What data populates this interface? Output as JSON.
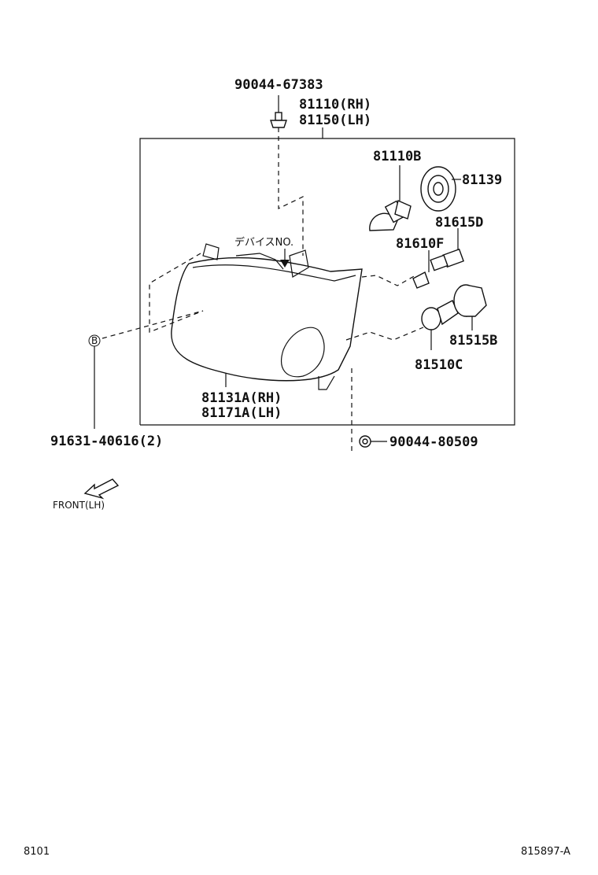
{
  "labels": {
    "screw_top": "90044-67383",
    "assy_rh": "81110(RH)",
    "assy_lh": "81150(LH)",
    "bulb_main": "81110B",
    "socket_cover": "81139",
    "socket_d": "81615D",
    "bulb_f": "81610F",
    "socket_b": "81515B",
    "bulb_c": "81510C",
    "lens_rh": "81131A(RH)",
    "lens_lh": "81171A(LH)",
    "clip": "91631-40616(2)",
    "screw_bottom": "90044-80509",
    "device_no": "デバイスNO.",
    "b_marker": "B",
    "front": "FRONT(LH)"
  },
  "footer": {
    "left_code": "8101",
    "right_code": "815897-A"
  }
}
